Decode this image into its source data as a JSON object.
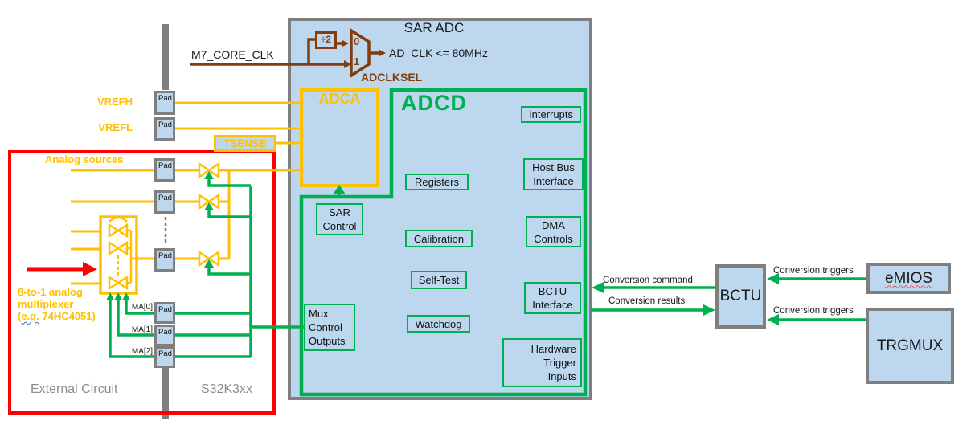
{
  "diagram": {
    "sar_adc": {
      "title": "SAR ADC",
      "clock": {
        "source": "M7_CORE_CLK",
        "divider": "÷2",
        "mux_input_0": "0",
        "mux_input_1": "1",
        "mux_select": "ADCLKSEL",
        "output": "AD_CLK <= 80MHz"
      },
      "adca_title": "ADCA",
      "adcd_title": "ADCD",
      "tsense": "TSENSE",
      "adcd_blocks": {
        "interrupts": "Interrupts",
        "registers": "Registers",
        "host_bus_interface": "Host Bus\nInterface",
        "calibration": "Calibration",
        "dma_controls": "DMA\nControls",
        "self_test": "Self-Test",
        "bctu_interface": "BCTU\nInterface",
        "watchdog": "Watchdog",
        "mux_control_outputs": "Mux\nControl\nOutputs",
        "hardware_trigger_inputs": "Hardware\nTrigger\nInputs",
        "sar_control": "SAR\nControl"
      }
    },
    "left_side": {
      "vrefh": "VREFH",
      "vrefl": "VREFL",
      "analog_sources": "Analog sources",
      "pad": "Pad",
      "ma_labels": [
        "MA[0]",
        "MA[1]",
        "MA[2]"
      ],
      "mux_note": {
        "line1": "8-to-1 analog",
        "line2": "multiplexer",
        "line3_prefix": "(",
        "line3_eg": "e.g.",
        "line3_suffix": " 74HC4051)"
      },
      "external_circuit": "External Circuit",
      "chip_name": "S32K3xx"
    },
    "right_side": {
      "bctu": "BCTU",
      "emios": "eMIOS",
      "trgmux": "TRGMUX",
      "conversion_command": "Conversion command",
      "conversion_results": "Conversion results",
      "conversion_triggers_emios": "Conversion triggers",
      "conversion_triggers_trgmux": "Conversion triggers"
    },
    "colors": {
      "block_fill": "#bdd7ee",
      "border_gray": "#7f7f7f",
      "analog_yellow": "#ffc000",
      "digital_green": "#00b050",
      "external_red": "#ff0000",
      "clock_brown": "#843c0c"
    }
  }
}
